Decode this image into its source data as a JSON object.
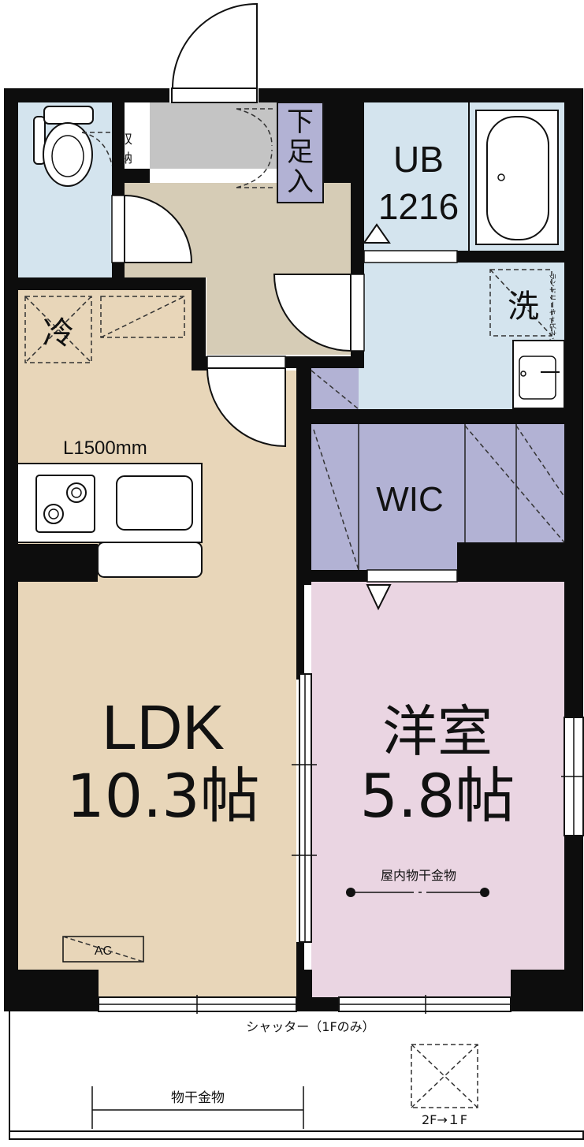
{
  "rooms": {
    "ldk": {
      "name": "LDK",
      "size": "10.3帖",
      "color": "#e8d6b9"
    },
    "western": {
      "name": "洋室",
      "size": "5.8帖",
      "color": "#ead5e2"
    },
    "bath": {
      "name": "UB",
      "size": "1216",
      "color": "#d4e4ee"
    },
    "wic": {
      "name": "WIC",
      "color": "#b2b2d4"
    },
    "entrance_color": "#d6ccb6",
    "porch_color": "#c4c4c4",
    "toilet_color": "#d4e4ee",
    "washroom_color": "#d4e4ee"
  },
  "labels": {
    "fridge": "冷",
    "washer": "洗",
    "laundry_cabinet": "ランドリーキャビネット",
    "toilet_storage": "収納",
    "shoe_box": "下足入",
    "kitchen": "L1500mm",
    "ac": "AC",
    "indoor_hanger": "屋内物干金物",
    "shutter": "シャッター（1Fのみ）",
    "balcony_hanger": "物干金物",
    "hatch": "2F→１F"
  }
}
